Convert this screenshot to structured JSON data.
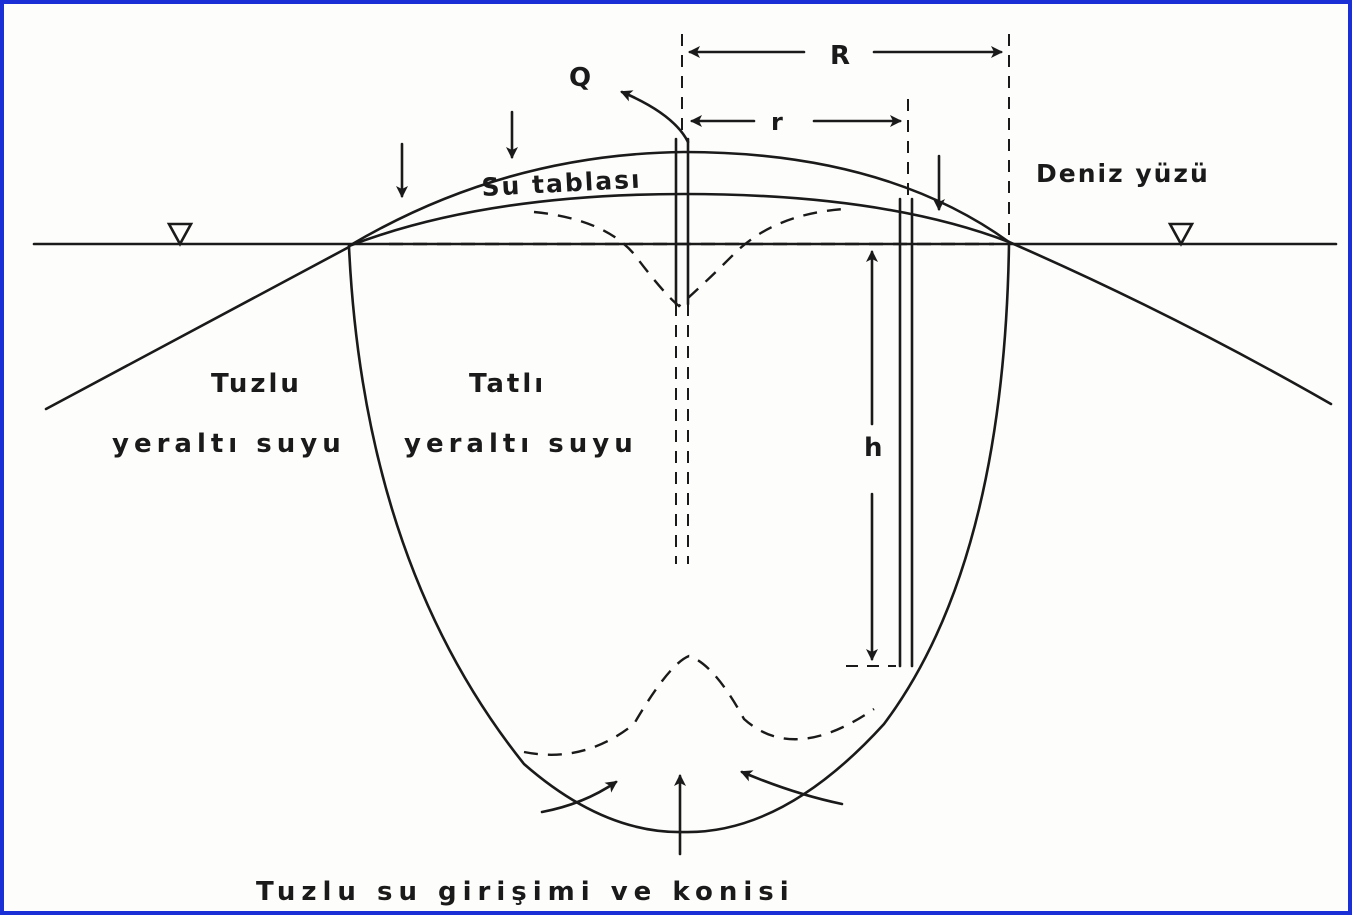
{
  "diagram": {
    "labels": {
      "R": "R",
      "r": "r",
      "Q": "Q",
      "h": "h",
      "su_tablasi": "Su tablası",
      "deniz_yuzu": "Deniz yüzü",
      "tuzlu_1": "Tuzlu",
      "tuzlu_2": "yeraltı suyu",
      "tatli_1": "Tatlı",
      "tatli_2": "yeraltı suyu",
      "bottom": "Tuzlu su girişimi ve konisi"
    },
    "colors": {
      "border": "#1a2fd6",
      "ink": "#1a1a1a",
      "paper": "#fdfdfb"
    }
  }
}
